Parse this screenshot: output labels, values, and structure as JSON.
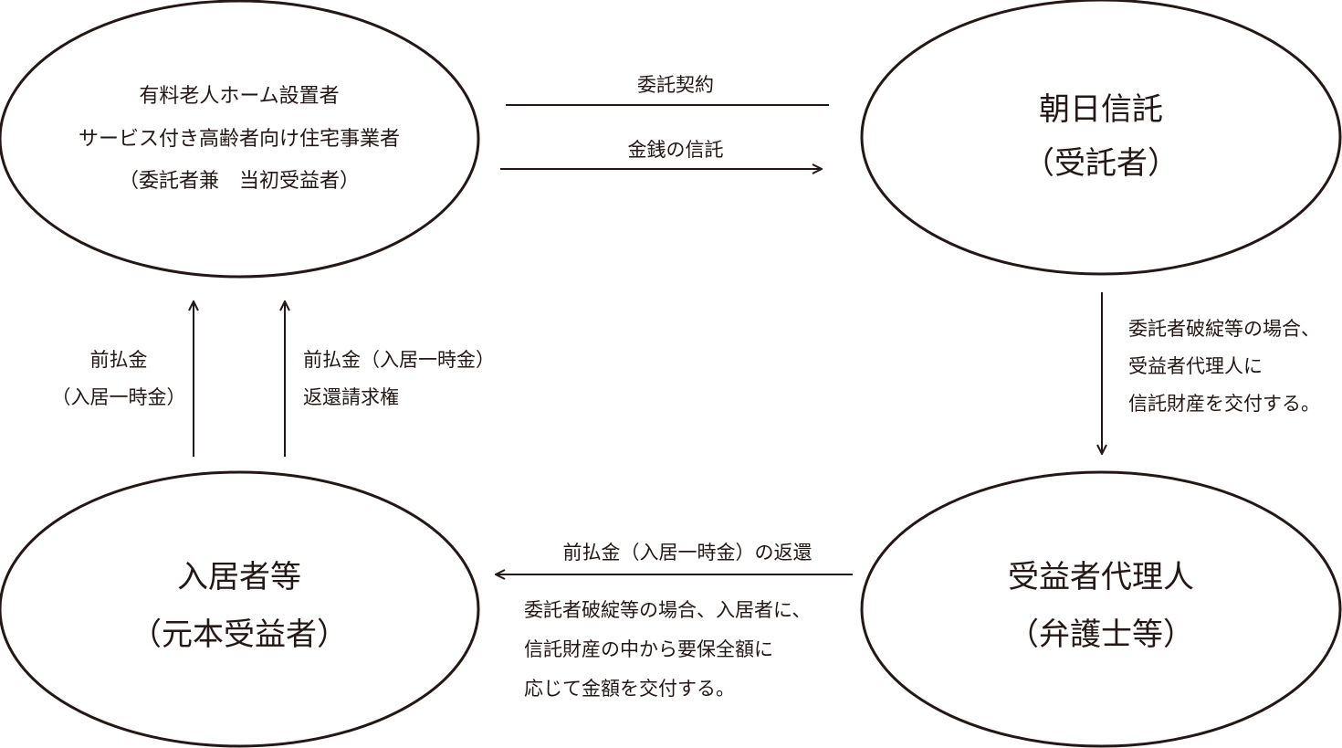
{
  "nodes": {
    "settlor": {
      "line1": "有料老人ホーム設置者",
      "line2": "サービス付き高齢者向け住宅事業者",
      "line3": "（委託者兼　当初受益者）"
    },
    "trustee": {
      "line1": "朝日信託",
      "line2": "（受託者）"
    },
    "residents": {
      "line1": "入居者等",
      "line2": "（元本受益者）"
    },
    "agent": {
      "line1": "受益者代理人",
      "line2": "（弁護士等）"
    }
  },
  "edges": {
    "trust_contract": {
      "label": "委託契約"
    },
    "money_trust": {
      "label": "金銭の信託"
    },
    "prepayment": {
      "line1": "前払金",
      "line2": "（入居一時金）"
    },
    "refund_claim": {
      "line1": "前払金（入居一時金）",
      "line2": "返還請求権"
    },
    "delivery": {
      "line1": "委託者破綻等の場合、",
      "line2": "受益者代理人に",
      "line3": "信託財産を交付する。"
    },
    "refund": {
      "label": "前払金（入居一時金）の返還",
      "line1": "委託者破綻等の場合、入居者に、",
      "line2": "信託財産の中から要保全額に",
      "line3": "応じて金額を交付する。"
    }
  }
}
